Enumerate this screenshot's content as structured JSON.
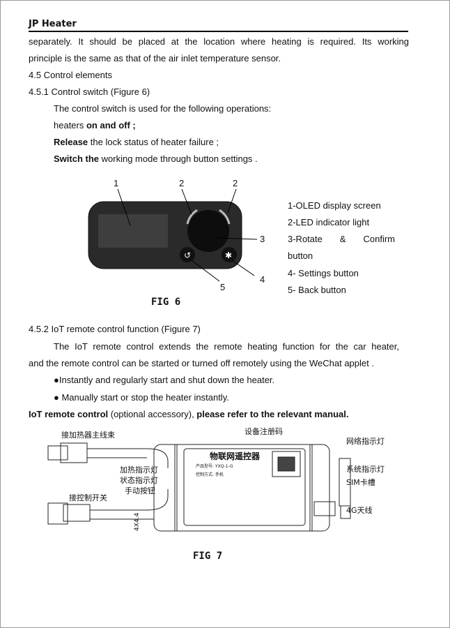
{
  "header": "JP Heater",
  "p1a": "separately. It should be placed at the location where heating is required. Its working",
  "p1b": "principle is the same as that of the air inlet temperature sensor.",
  "s45": "4.5 Control elements",
  "s451": "4.5.1 Control switch (Figure 6)",
  "l1": "The control switch is used for the following operations:",
  "l2a": "heaters ",
  "l2b": "on and off ;",
  "l3a": "Release",
  "l3b": " the lock status of heater failure ;",
  "l4a": "Switch the",
  "l4b": " working mode through button settings .",
  "fig6": {
    "callouts": [
      "1",
      "2",
      "2",
      "3",
      "4",
      "5"
    ],
    "legend": [
      "1-OLED display screen",
      "2-LED indicator light",
      "3-Rotate & Confirm",
      "button",
      "4- Settings button",
      "5- Back button"
    ],
    "caption": "FIG 6"
  },
  "s452": "4.5.2 IoT remote control function (Figure 7)",
  "p2a": "The IoT remote control extends the remote heating function for the car heater,",
  "p2b": "and the remote control can be started or turned off remotely using the WeChat applet .",
  "b1": "●Instantly and regularly start and shut down the heater.",
  "b2": "● Manually start or stop the heater instantly.",
  "last": {
    "a": "IoT remote control",
    "b": " (optional accessory), ",
    "c": "please refer to the relevant manual."
  },
  "fig7": {
    "labels": [
      "接加热器主线束",
      "加热指示灯",
      "状态指示灯",
      "手动按钮",
      "接控制开关",
      "4X4.4",
      "设备注册码",
      "网络指示灯",
      "系统指示灯",
      "SIM卡槽",
      "4G天线"
    ],
    "title": "物联网遥控器",
    "model": "产品型号: YXQ-1-G",
    "ctrl": "控制方式: 手机",
    "caption": "FIG 7"
  }
}
